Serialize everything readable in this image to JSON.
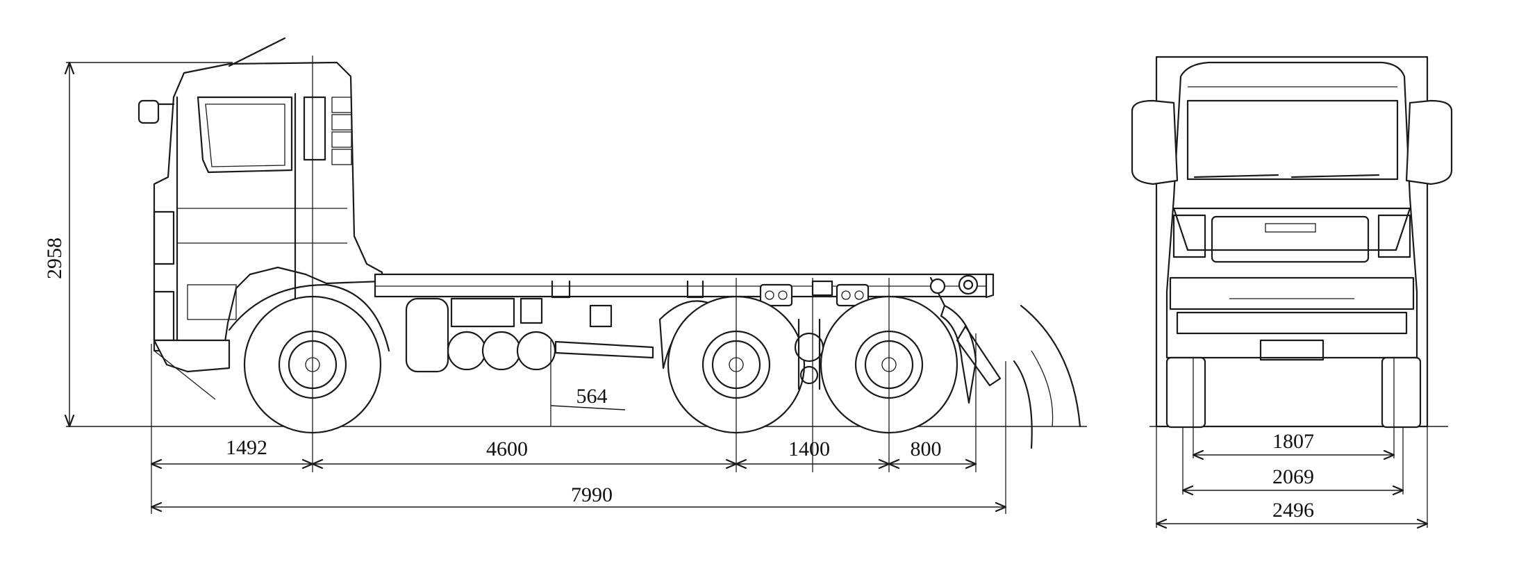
{
  "side_view": {
    "overall_height": "2958",
    "front_overhang": "1492",
    "wheelbase": "4600",
    "bogie_spacing": "1400",
    "rear_overhang": "800",
    "overall_length": "7990",
    "ground_clearance": "564"
  },
  "front_view": {
    "track_front": "1807",
    "track_rear": "2069",
    "overall_width": "2496"
  }
}
